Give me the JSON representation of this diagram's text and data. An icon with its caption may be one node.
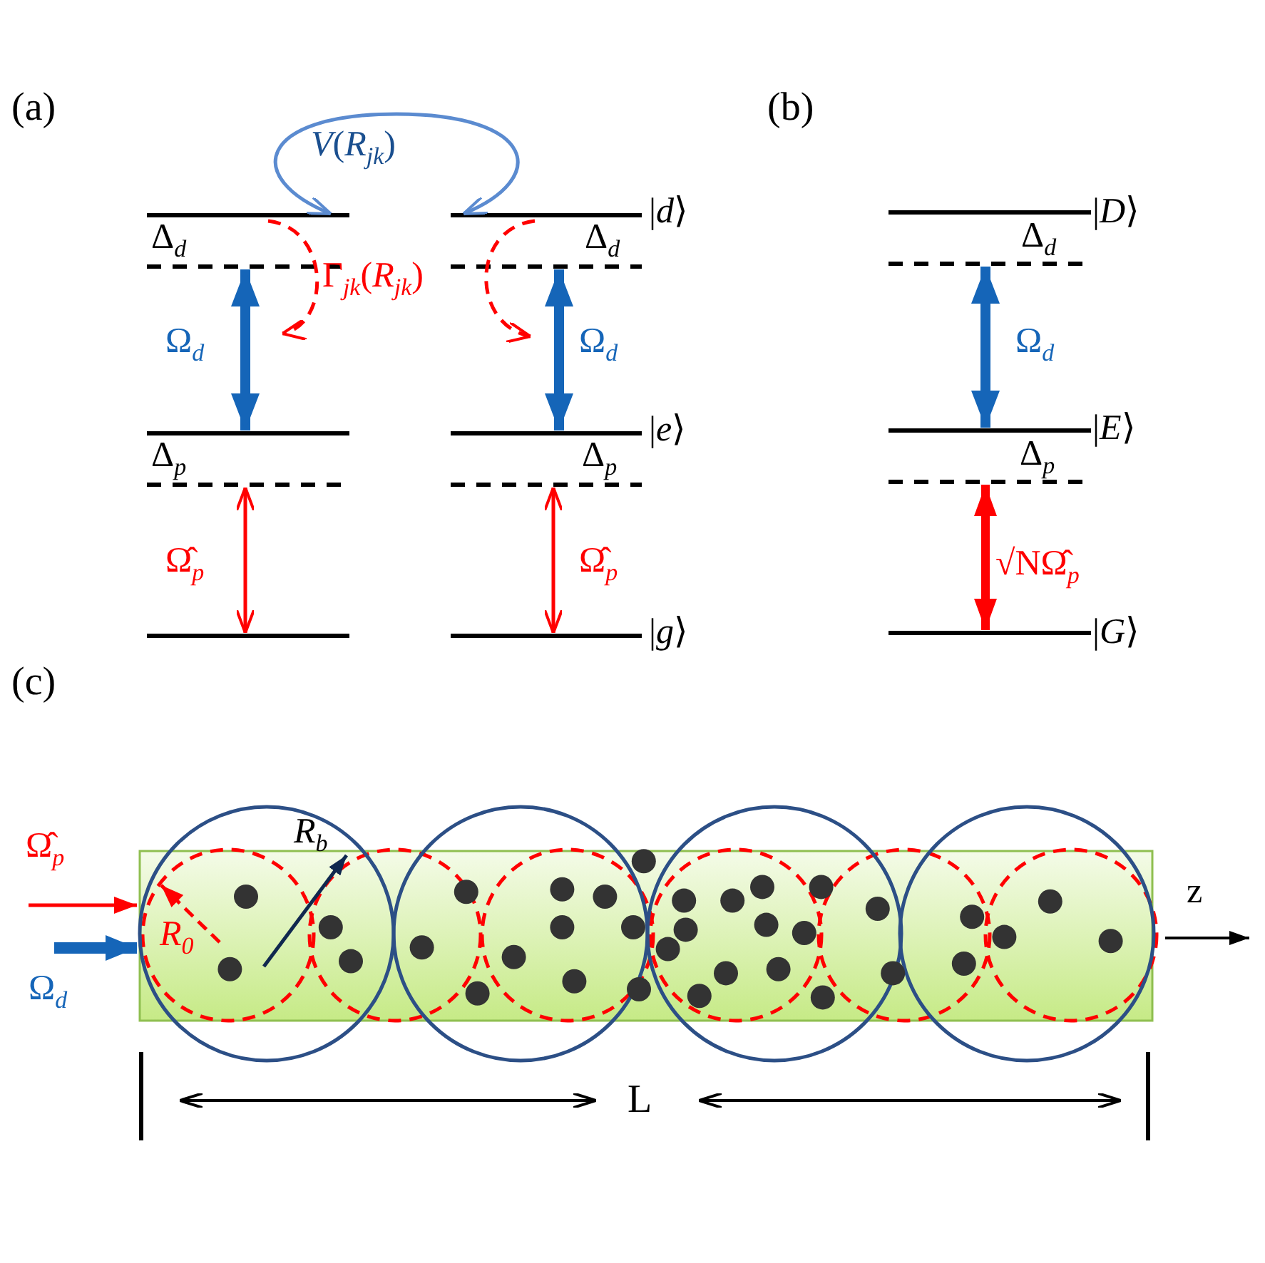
{
  "diagram": {
    "labels": [
      "(a)",
      "*V*(*R*$_{jk}$)",
      "(b)",
      "|*d*⟩",
      "|*D*⟩",
      "Δ$_{d}$",
      "Δ$_{d}$",
      "Δ$_{d}$",
      "Γ$_{jk}$(*R*$_{jk}$)",
      "Ω$_{d}$",
      "Ω$_{d}$",
      "Ω$_{d}$",
      "|*e*⟩",
      "|*E*⟩",
      "Δ$_{p}$",
      "Δ$_{p}$",
      "Δ$_{p}$",
      "Ω̂$_{p}$",
      "Ω̂$_{p}$",
      "√NΩ̂$_{p}$",
      "|*g*⟩",
      "|*G*⟩",
      "(c)",
      "Ω̂$_{p}$",
      "*R*$_{b}$",
      "z",
      "*R*$_{0}$",
      "Ω$_{d}$",
      "L"
    ]
  }
}
